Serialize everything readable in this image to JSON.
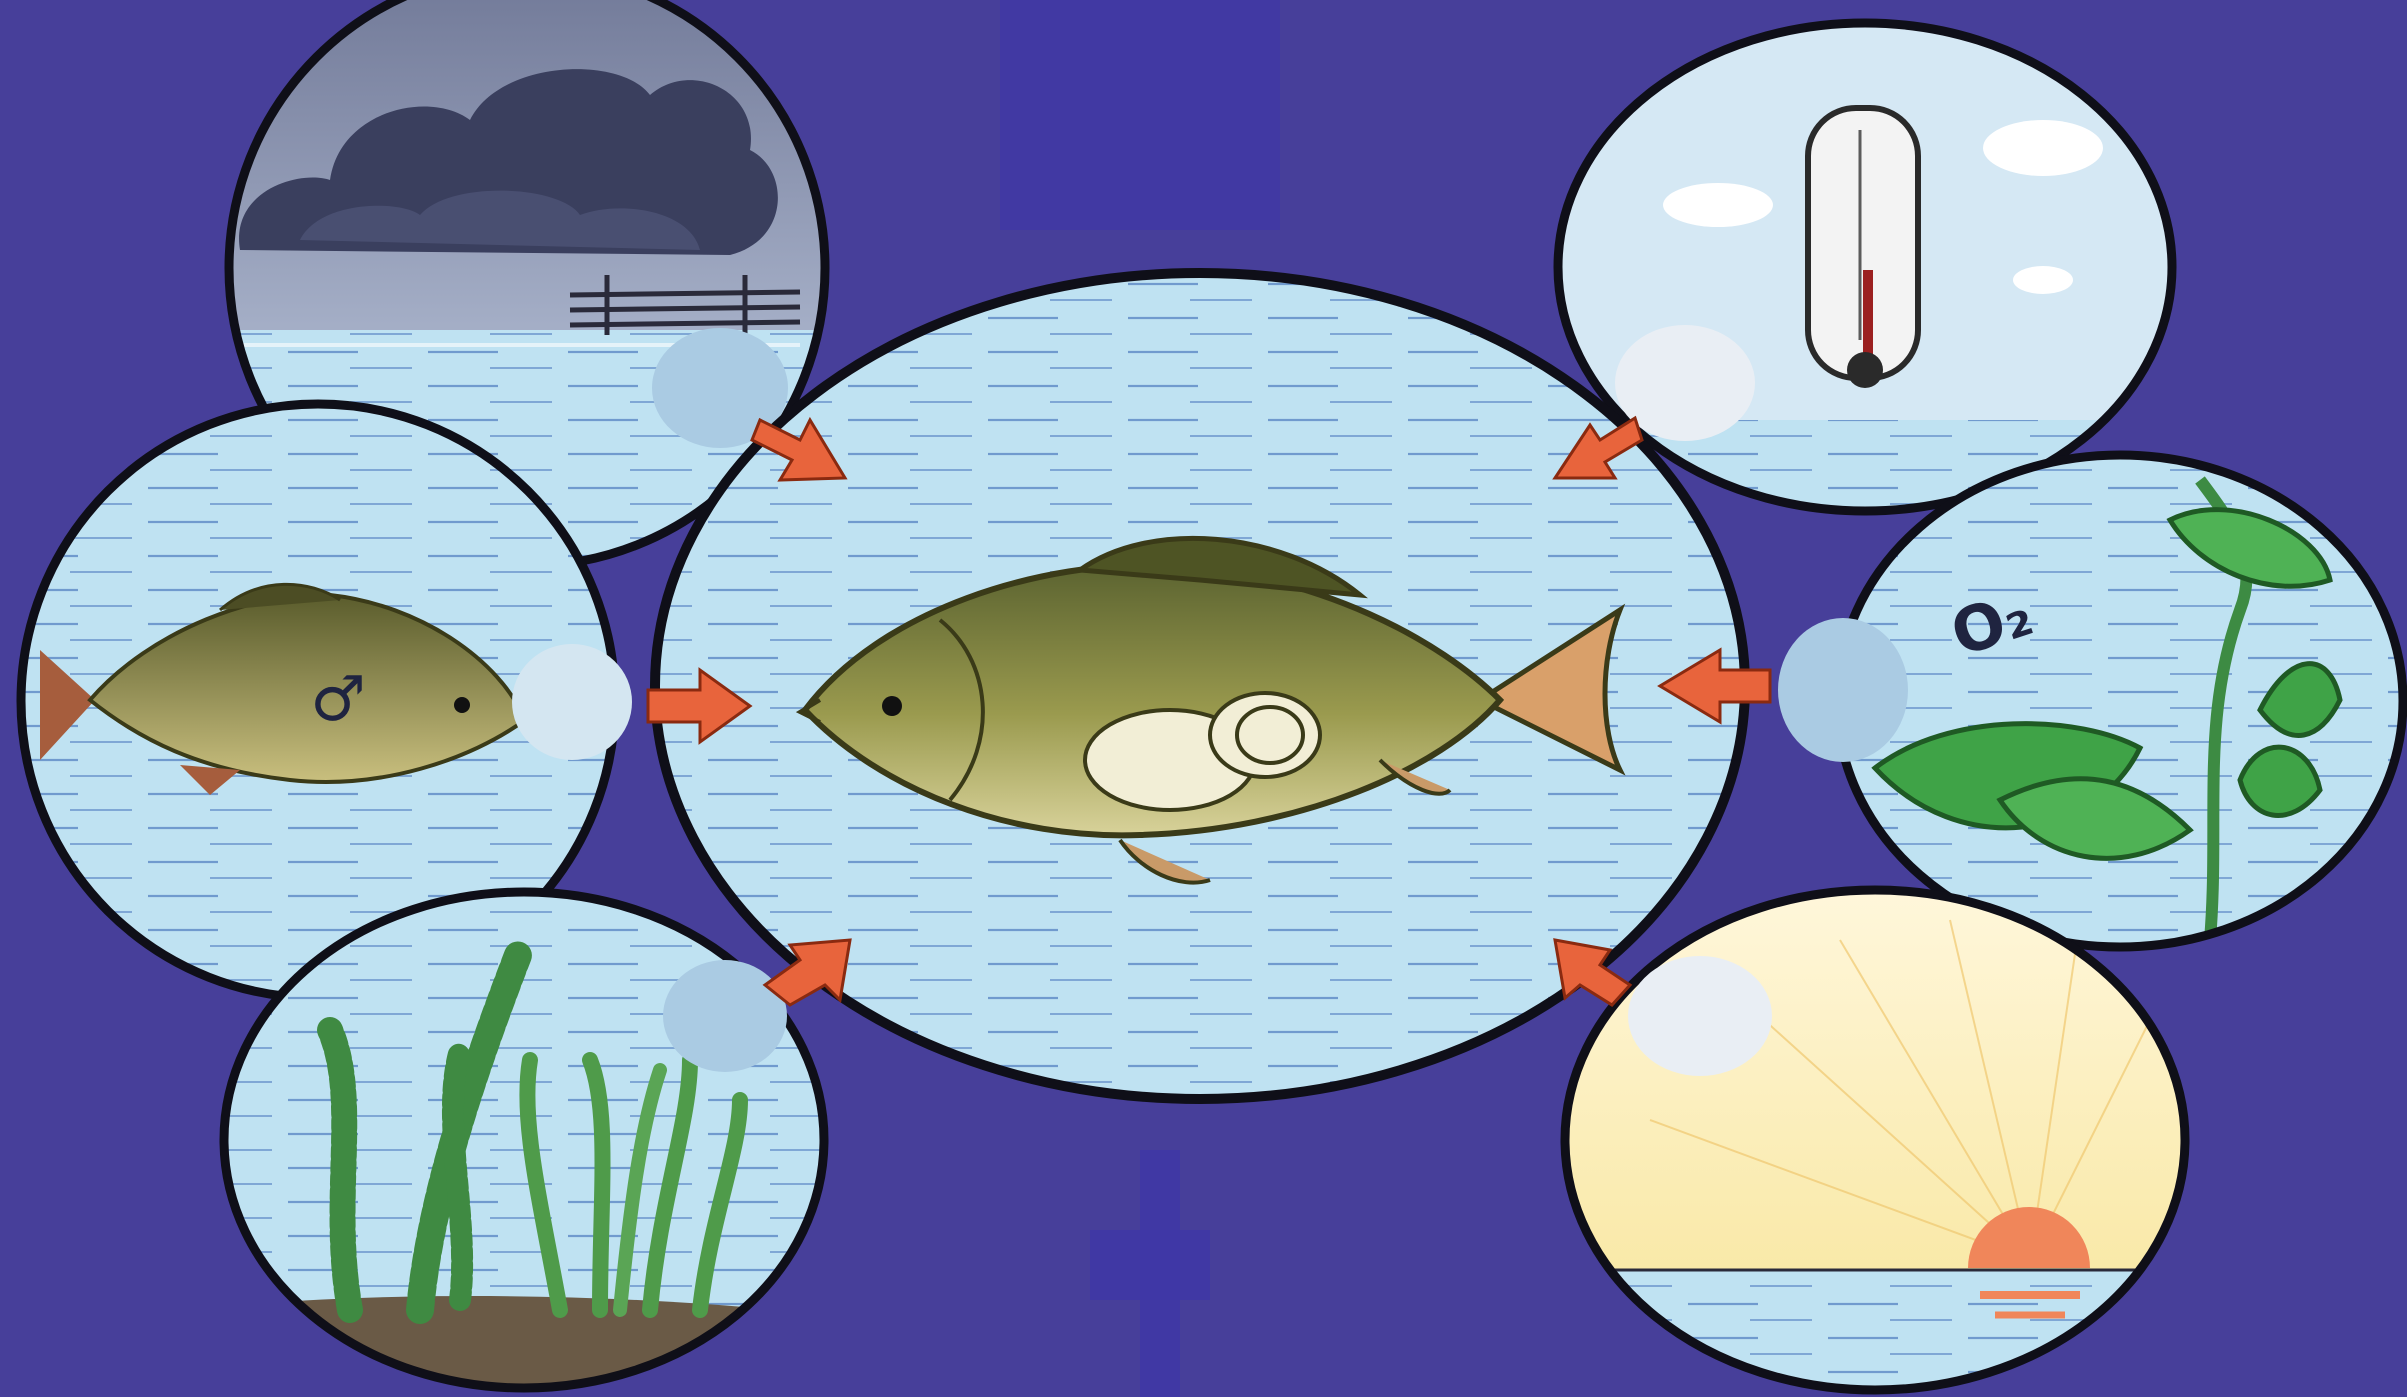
{
  "diagram": {
    "center": {
      "subject": "fish"
    },
    "factors": [
      {
        "id": "weather",
        "icon": "storm-cloud-icon",
        "symbol": ""
      },
      {
        "id": "other-fish",
        "icon": "male-fish-icon",
        "symbol": "♂"
      },
      {
        "id": "underwater-plants",
        "icon": "waterweed-icon",
        "symbol": ""
      },
      {
        "id": "temperature",
        "icon": "thermometer-icon",
        "symbol": ""
      },
      {
        "id": "oxygen",
        "icon": "oxygen-plant-icon",
        "symbol": "O₂"
      },
      {
        "id": "sunlight",
        "icon": "sun-icon",
        "symbol": ""
      }
    ]
  },
  "colors": {
    "background": "#4b43a0",
    "water": "#bfe2f2",
    "water_line": "#2f5fb0",
    "outline": "#0f0f18",
    "arrow": "#e8643c",
    "label_blank_left": "#aacbe3",
    "label_blank_right": "#e9eef4"
  }
}
